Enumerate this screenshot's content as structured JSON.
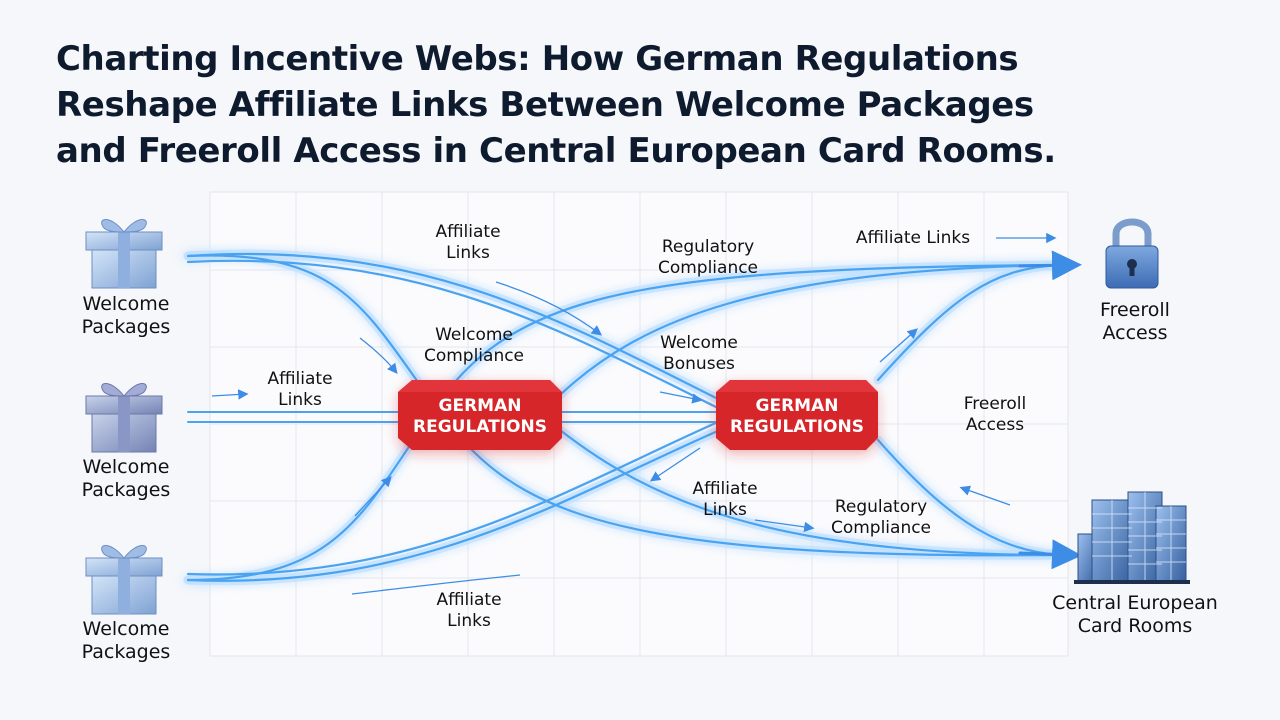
{
  "title": {
    "line1": "Charting Incentive Webs: How German Regulations",
    "line2": "Reshape Affiliate Links Between Welcome Packages",
    "line3": "and Freeroll Access in Central European Card Rooms."
  },
  "nodes": {
    "welcome_top": "Welcome\nPackages",
    "welcome_mid": "Welcome\nPackages",
    "welcome_bottom": "Welcome\nPackages",
    "freeroll": "Freeroll\nAccess",
    "card_rooms": "Central European\nCard Rooms"
  },
  "regulators": {
    "left_line1": "GERMAN",
    "left_line2": "REGULATIONS",
    "right_line1": "GERMAN",
    "right_line2": "REGULATIONS"
  },
  "labels": {
    "affiliate_top": "Affiliate\nLinks",
    "affiliate_left": "Affiliate\nLinks",
    "welcome_compliance": "Welcome\nCompliance",
    "regulatory_top": "Regulatory\nCompliance",
    "welcome_bonuses": "Welcome\nBonuses",
    "affiliate_links_right": "Affiliate Links",
    "freeroll_mid": "Freeroll\nAccess",
    "affiliate_mid": "Affiliate\nLinks",
    "regulatory_bottom": "Regulatory\nCompliance",
    "affiliate_bottom": "Affiliate\nLinks"
  },
  "colors": {
    "flow": "#4aa3f0",
    "flow_glow": "#bfe0ff",
    "regulation": "#d7262b",
    "gift": "#a9c6ec",
    "title": "#0e1a2e"
  },
  "icons": {
    "gift": "gift-box-icon",
    "lock": "padlock-icon",
    "building": "office-building-icon"
  }
}
